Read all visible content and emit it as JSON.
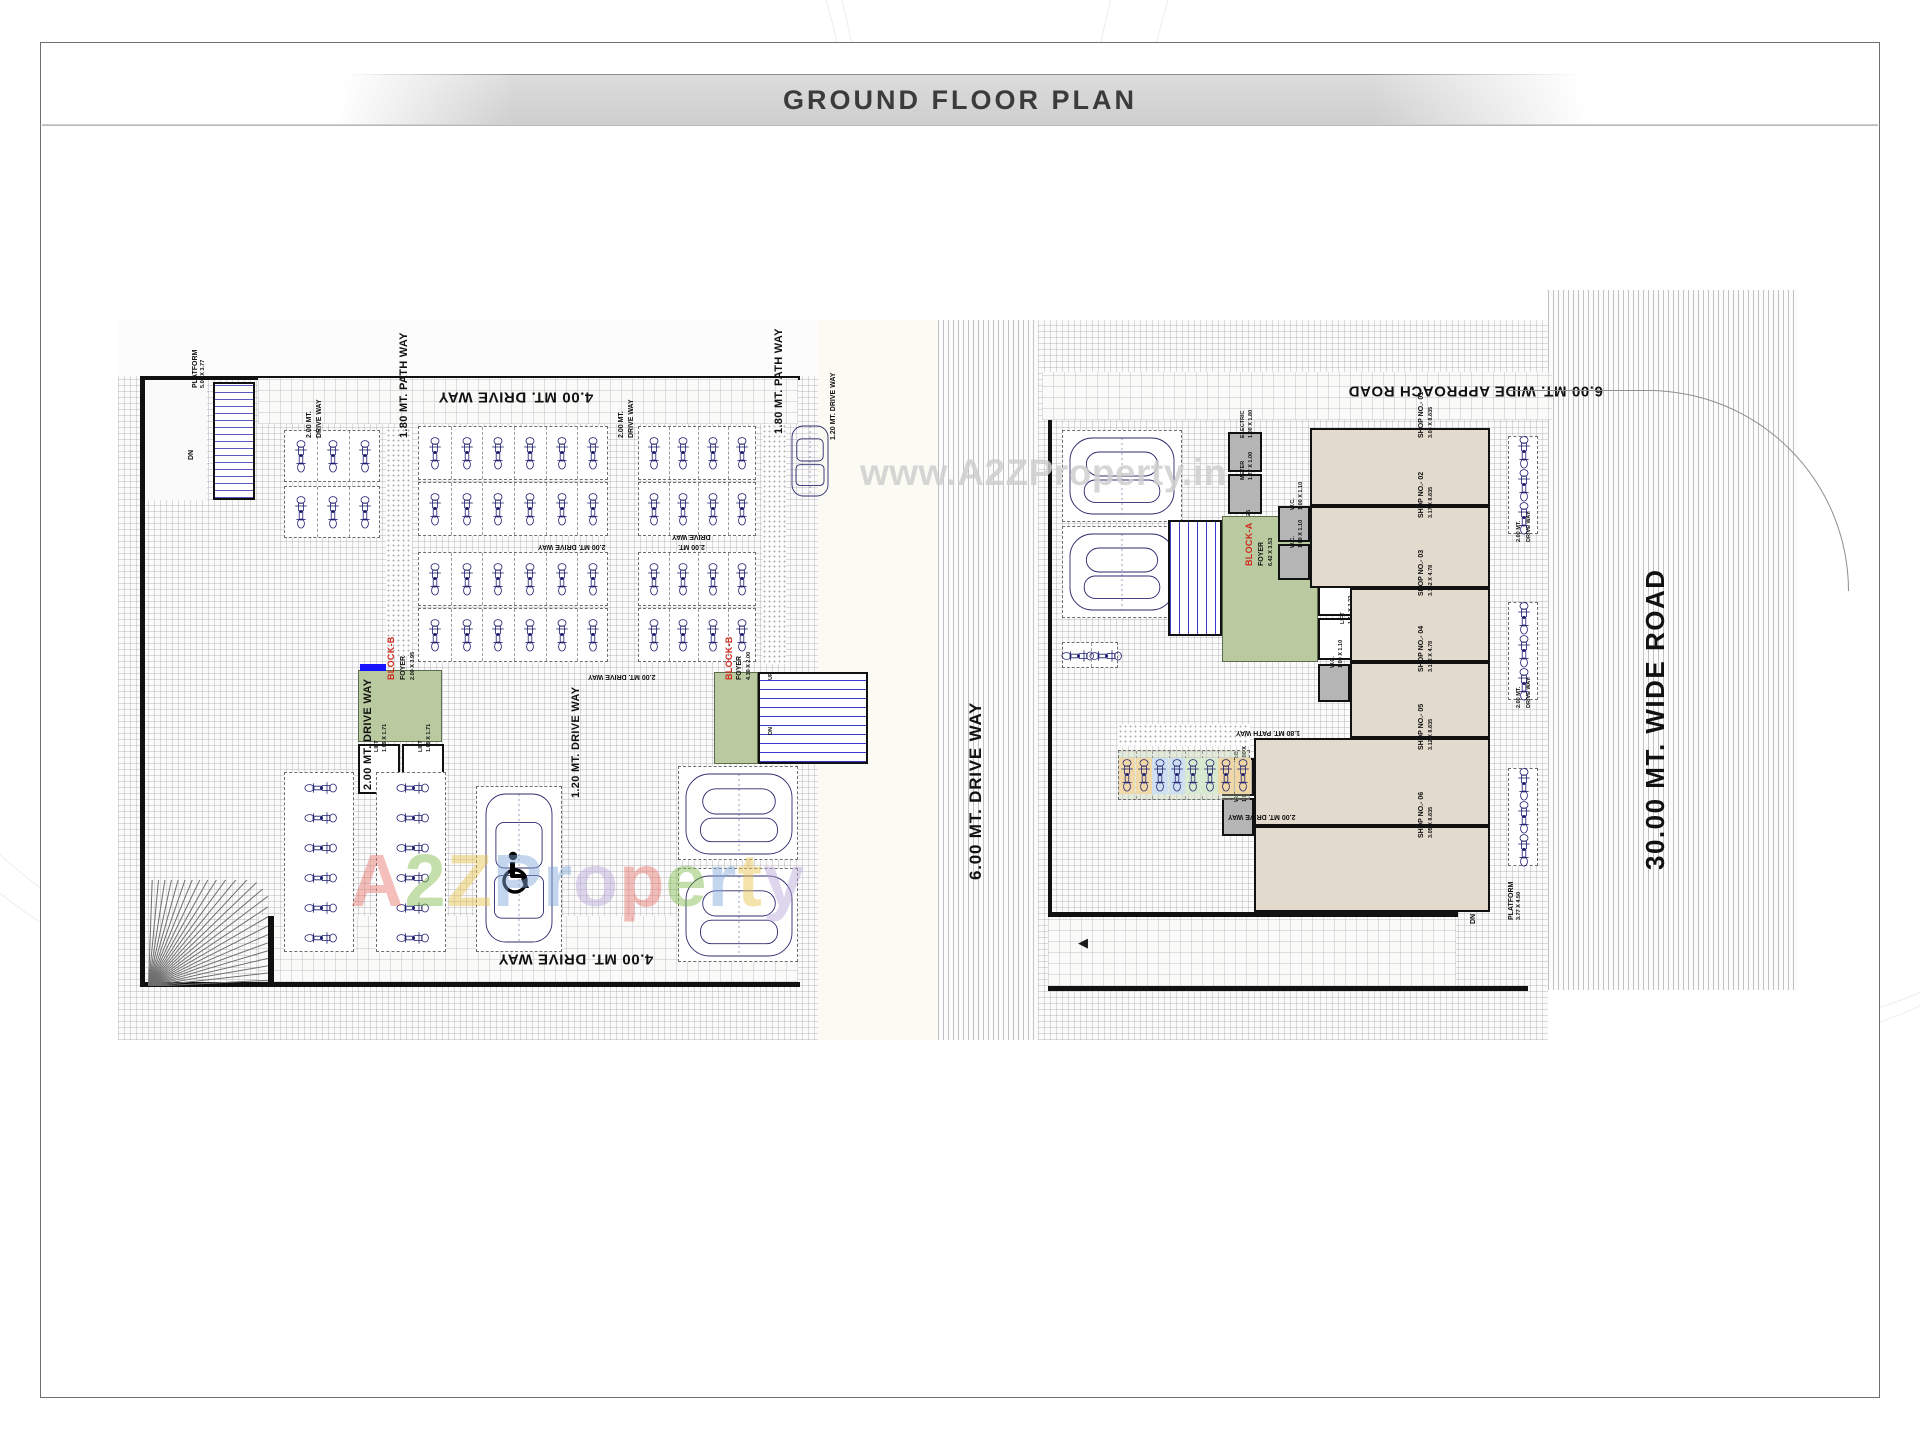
{
  "sheet": {
    "title": "GROUND FLOOR PLAN",
    "watermark_top": "www.A2ZProperty.in",
    "watermark_brand_parts": [
      "A",
      "2",
      "Z",
      " Pr",
      "o",
      "p",
      "e",
      "r",
      "t",
      "y"
    ],
    "brand_colors": [
      "#e8736a",
      "#7fba4a",
      "#e8c44a",
      "#7fa8d8",
      "#b8a8d8",
      "#e8736a",
      "#7fba4a",
      "#7fa8d8",
      "#e8c44a",
      "#b8a8d8"
    ]
  },
  "roads": {
    "right_main": "30.00 MT. WIDE ROAD",
    "approach": "6.00 MT. WIDE APPROACH ROAD",
    "central_drive": "6.00 MT. DRIVE WAY",
    "top_drive": "4.00 MT. DRIVE WAY",
    "bottom_drive": "4.00 MT. DRIVE WAY"
  },
  "drive_labels": {
    "d200": "2.00 MT.\nDRIVE WAY",
    "d200_one": "2.00 MT. DRIVE WAY",
    "d120": "1.20 MT. DRIVE WAY",
    "p180": "1.80 MT. PATH WAY",
    "p180_alt": "1.80 MT. PATH WAY"
  },
  "blocks": {
    "a": {
      "name": "BLOCK-A",
      "room": "FOYER",
      "dims": "6.42 X 3.53"
    },
    "b_left": {
      "name": "BLOCK-B",
      "room": "FOYER",
      "dims": "2.00 X 3.95"
    },
    "b_mid": {
      "name": "BLOCK-B",
      "room": "FOYER",
      "dims": "4.30 X 2.00"
    }
  },
  "shops": [
    {
      "name": "SHOP NO.- 01",
      "dims": "3.05 X 8.835"
    },
    {
      "name": "SHOP NO.- 02",
      "dims": "3.17 X 8.835"
    },
    {
      "name": "SHOP NO.- 03",
      "dims": "3.152 X 4.78"
    },
    {
      "name": "SHOP NO.- 04",
      "dims": "3.152 X 4.78"
    },
    {
      "name": "SHOP NO.- 05",
      "dims": "3.12 X 8.835"
    },
    {
      "name": "SHOP NO.- 06",
      "dims": "3.05 X 8.835"
    }
  ],
  "lifts": [
    {
      "name": "LIFT",
      "dims": "1.61 X 2.22"
    },
    {
      "name": "LIFT",
      "dims": "1.61 X 2.22"
    },
    {
      "name": "LIFT",
      "dims": "1.69 X 1.71"
    },
    {
      "name": "LIFT",
      "dims": "1.69 X 1.71"
    }
  ],
  "wcs": [
    {
      "name": "W.C.",
      "dims": "1.00 X 1.10"
    },
    {
      "name": "W.C.",
      "dims": "1.00 X 1.10"
    },
    {
      "name": "W.C.",
      "dims": "1.00 X 1.10"
    },
    {
      "name": "W.C.",
      "dims": "1.00 X 1.10"
    },
    {
      "name": "W.C.",
      "dims": "1.00 X 1.10"
    },
    {
      "name": "W.C.",
      "dims": "1.00 X 1.10"
    }
  ],
  "service_rooms": [
    {
      "name": "ELECTRIC",
      "sub": "PANEL",
      "dims": "1.00 X 1.80"
    },
    {
      "name": "METER",
      "sub": "ROOM",
      "dims": "1.27 X 1.00"
    },
    {
      "name": "WATER",
      "sub": "TANK",
      "dims": "3.00 X 1.25"
    }
  ],
  "platforms": [
    {
      "name": "PLATFORM",
      "dims": "5.00 X 3.77"
    },
    {
      "name": "PLATFORM",
      "dims": "3.77 X 4.50"
    }
  ],
  "stair_marks": {
    "dn": "DN",
    "up": "UP"
  },
  "misc": {
    "ramp_arrow": "◀"
  }
}
